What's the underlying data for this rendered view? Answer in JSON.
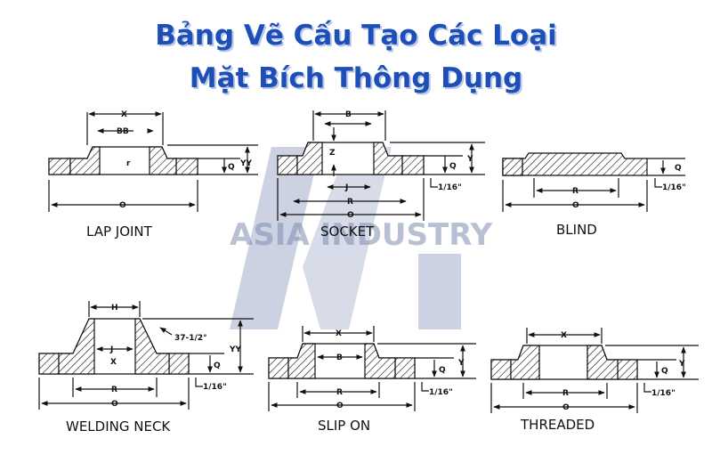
{
  "title": {
    "line1": "Bảng Vẽ Cấu Tạo Các Loại",
    "line2": "Mặt Bích Thông Dụng"
  },
  "watermark": {
    "text": "ASIA INDUSTRY",
    "color": "#7f8fb0"
  },
  "colors": {
    "title": "#1e4fb8",
    "title_shadow": "#b9c7e6"
  },
  "flanges": {
    "lap_joint": {
      "name": "LAP JOINT",
      "dims": [
        "X",
        "BB",
        "r",
        "O",
        "Q",
        "YY"
      ]
    },
    "socket": {
      "name": "SOCKET",
      "dims": [
        "B",
        "Z",
        "J",
        "R",
        "O",
        "Q",
        "Y",
        "1/16\""
      ]
    },
    "blind": {
      "name": "BLIND",
      "dims": [
        "R",
        "O",
        "Q",
        "1/16\""
      ]
    },
    "welding_neck": {
      "name": "WELDING NECK",
      "dims": [
        "H",
        "37-1/2°",
        "J",
        "X",
        "R",
        "O",
        "Q",
        "YY",
        "1/16\""
      ]
    },
    "slip_on": {
      "name": "SLIP ON",
      "dims": [
        "X",
        "B",
        "R",
        "O",
        "Q",
        "Y",
        "1/16\""
      ]
    },
    "threaded": {
      "name": "THREADED",
      "dims": [
        "X",
        "R",
        "O",
        "Q",
        "Y",
        "1/16\""
      ]
    }
  }
}
